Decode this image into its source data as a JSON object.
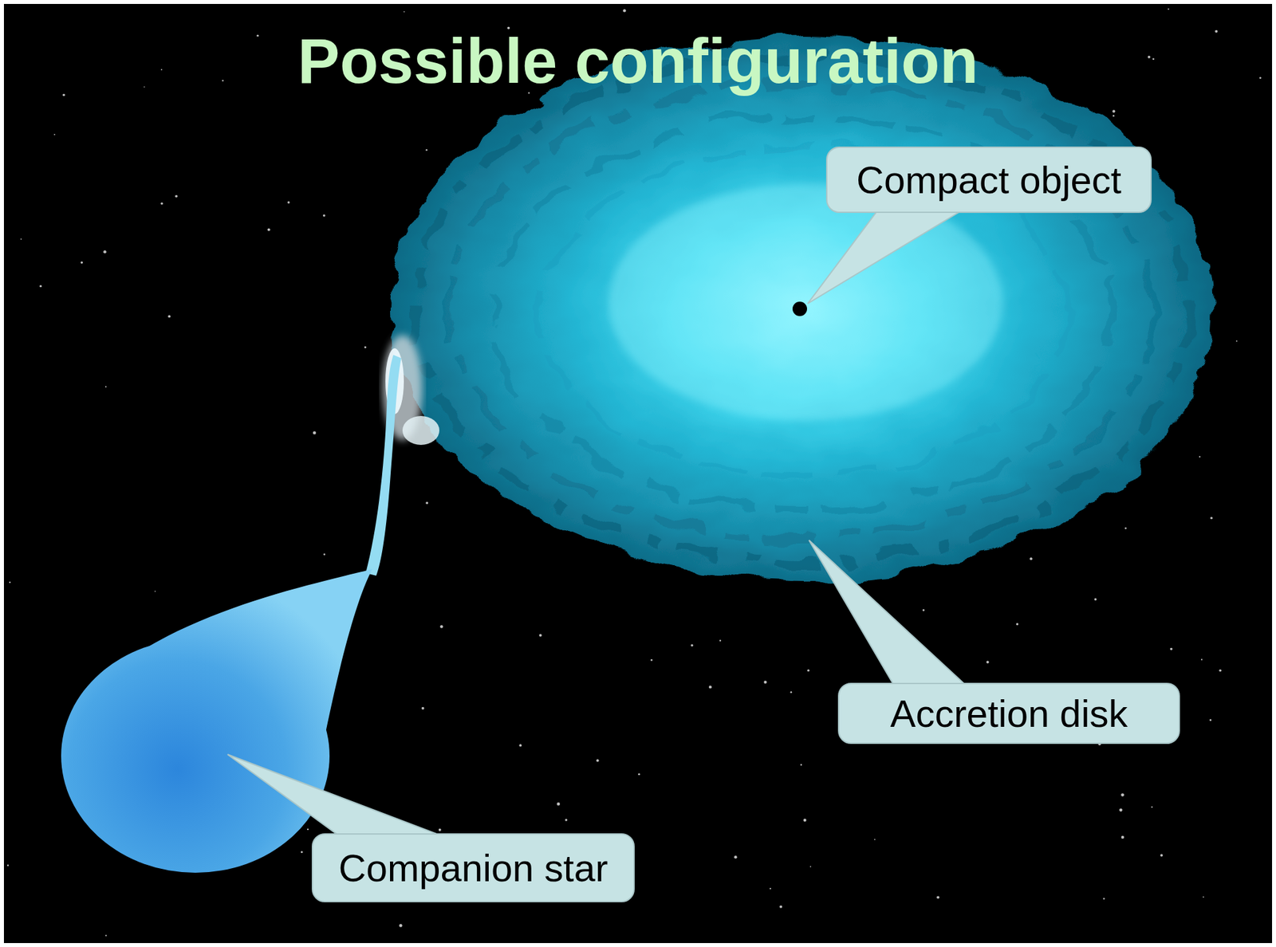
{
  "diagram": {
    "title": "Possible configuration",
    "nodes": [
      {
        "text": [
          "Compact object"
        ]
      },
      {
        "text": [
          "Accretion disk"
        ]
      },
      {
        "text": [
          "Companion star"
        ]
      }
    ]
  }
}
